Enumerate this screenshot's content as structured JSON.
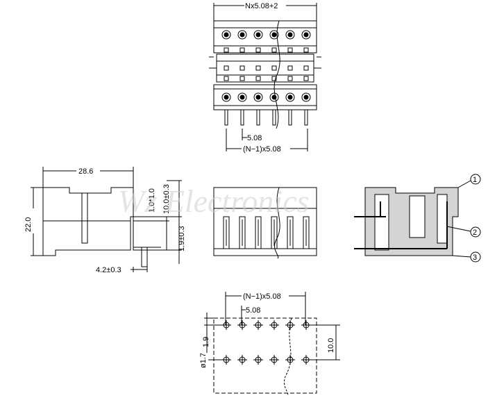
{
  "watermark": "Wz Electronics",
  "top_view": {
    "width_dim": "Nx5.08+2",
    "pitch_dim": "5.08",
    "span_dim": "(N−1)x5.08"
  },
  "side_view": {
    "width_dim": "28.6",
    "height_dim": "22.0",
    "dim_1": "1.0*1.0",
    "dim_2": "10.0±0.3",
    "dim_3": "1.9±0.3",
    "dim_4": "4.2±0.3"
  },
  "section_view": {
    "callouts": [
      "1",
      "2",
      "3"
    ]
  },
  "footprint": {
    "span_dim": "(N−1)x5.08",
    "pitch_dim": "5.08",
    "row_offset_dim": "1.9",
    "hole_dim": "ø1.7",
    "row_spacing_dim": "10.0"
  },
  "colors": {
    "line": "#000000",
    "fill_gray": "#bdbdbd",
    "watermark": "#cfcfcf"
  }
}
